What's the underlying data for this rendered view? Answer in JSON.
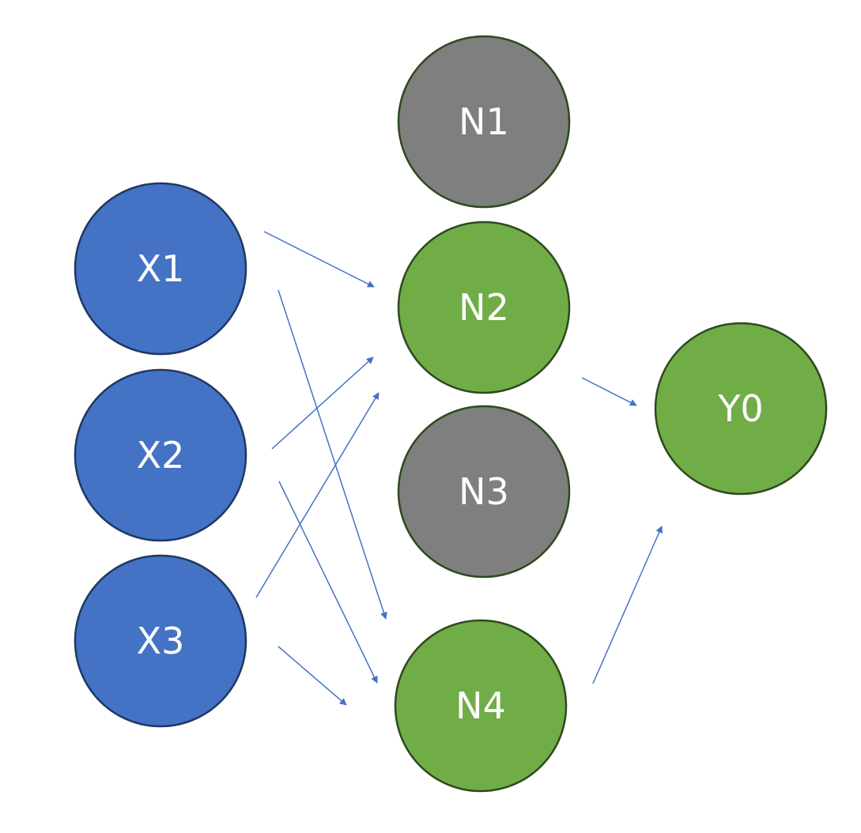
{
  "colors": {
    "input_fill": "#4472C4",
    "input_stroke": "#1F3864",
    "active_fill": "#70AD47",
    "inactive_fill": "#7F7F7F",
    "hidden_stroke": "#2E4A1E",
    "edge": "#4472C4",
    "label": "#FFFFFF"
  },
  "nodes": [
    {
      "id": "X1",
      "label": "X1",
      "layer": "input",
      "state": "input"
    },
    {
      "id": "X2",
      "label": "X2",
      "layer": "input",
      "state": "input"
    },
    {
      "id": "X3",
      "label": "X3",
      "layer": "input",
      "state": "input"
    },
    {
      "id": "N1",
      "label": "N1",
      "layer": "hidden",
      "state": "dropped"
    },
    {
      "id": "N2",
      "label": "N2",
      "layer": "hidden",
      "state": "active"
    },
    {
      "id": "N3",
      "label": "N3",
      "layer": "hidden",
      "state": "dropped"
    },
    {
      "id": "N4",
      "label": "N4",
      "layer": "hidden",
      "state": "active"
    },
    {
      "id": "Y0",
      "label": "Y0",
      "layer": "output",
      "state": "active"
    }
  ],
  "edges": [
    {
      "from": "X1",
      "to": "N2"
    },
    {
      "from": "X1",
      "to": "N4"
    },
    {
      "from": "X2",
      "to": "N2"
    },
    {
      "from": "X2",
      "to": "N4"
    },
    {
      "from": "X3",
      "to": "N2"
    },
    {
      "from": "X3",
      "to": "N4"
    },
    {
      "from": "N2",
      "to": "Y0"
    },
    {
      "from": "N4",
      "to": "Y0"
    }
  ]
}
